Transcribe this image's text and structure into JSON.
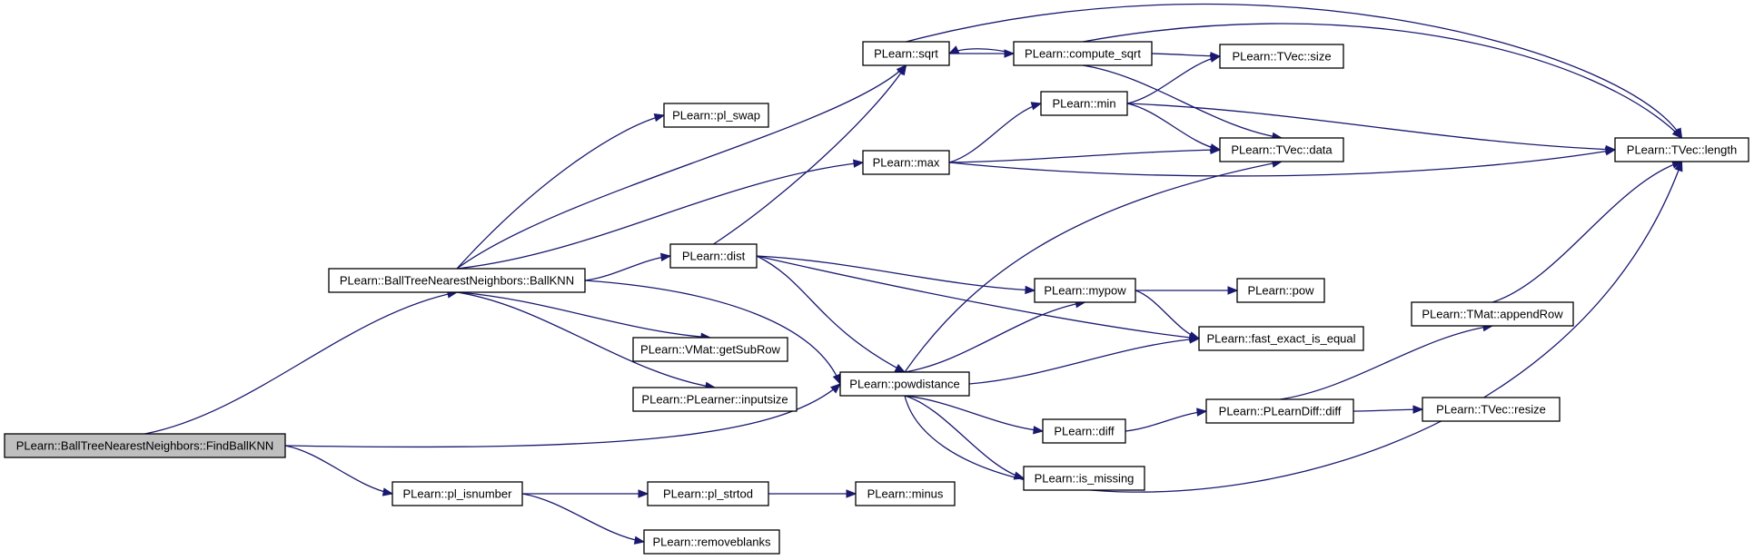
{
  "nodes": [
    {
      "id": "findballknn",
      "label": "PLearn::BallTreeNearestNeighbors::FindBallKNN",
      "root": true
    },
    {
      "id": "ballknn",
      "label": "PLearn::BallTreeNearestNeighbors::BallKNN"
    },
    {
      "id": "pl_isnumber",
      "label": "PLearn::pl_isnumber"
    },
    {
      "id": "pl_swap",
      "label": "PLearn::pl_swap"
    },
    {
      "id": "sqrt",
      "label": "PLearn::sqrt"
    },
    {
      "id": "compute_sqrt",
      "label": "PLearn::compute_sqrt"
    },
    {
      "id": "tvec_size",
      "label": "PLearn::TVec::size"
    },
    {
      "id": "min",
      "label": "PLearn::min"
    },
    {
      "id": "max",
      "label": "PLearn::max"
    },
    {
      "id": "tvec_data",
      "label": "PLearn::TVec::data"
    },
    {
      "id": "tvec_length",
      "label": "PLearn::TVec::length"
    },
    {
      "id": "dist",
      "label": "PLearn::dist"
    },
    {
      "id": "mypow",
      "label": "PLearn::mypow"
    },
    {
      "id": "pow",
      "label": "PLearn::pow"
    },
    {
      "id": "fast_exact_is_equal",
      "label": "PLearn::fast_exact_is_equal"
    },
    {
      "id": "getsubrow",
      "label": "PLearn::VMat::getSubRow"
    },
    {
      "id": "inputsize",
      "label": "PLearn::PLearner::inputsize"
    },
    {
      "id": "powdistance",
      "label": "PLearn::powdistance"
    },
    {
      "id": "appendrow",
      "label": "PLearn::TMat::appendRow"
    },
    {
      "id": "diff",
      "label": "PLearn::diff"
    },
    {
      "id": "plearndiff_diff",
      "label": "PLearn::PLearnDiff::diff"
    },
    {
      "id": "tvec_resize",
      "label": "PLearn::TVec::resize"
    },
    {
      "id": "is_missing",
      "label": "PLearn::is_missing"
    },
    {
      "id": "pl_strtod",
      "label": "PLearn::pl_strtod"
    },
    {
      "id": "minus",
      "label": "PLearn::minus"
    },
    {
      "id": "removeblanks",
      "label": "PLearn::removeblanks"
    }
  ],
  "edges": [
    {
      "from": "findballknn",
      "to": "ballknn"
    },
    {
      "from": "findballknn",
      "to": "powdistance"
    },
    {
      "from": "findballknn",
      "to": "pl_isnumber"
    },
    {
      "from": "ballknn",
      "to": "pl_swap"
    },
    {
      "from": "ballknn",
      "to": "sqrt"
    },
    {
      "from": "ballknn",
      "to": "max"
    },
    {
      "from": "ballknn",
      "to": "dist"
    },
    {
      "from": "ballknn",
      "to": "getsubrow"
    },
    {
      "from": "ballknn",
      "to": "inputsize"
    },
    {
      "from": "ballknn",
      "to": "powdistance"
    },
    {
      "from": "sqrt",
      "to": "compute_sqrt"
    },
    {
      "from": "sqrt",
      "to": "tvec_length"
    },
    {
      "from": "compute_sqrt",
      "to": "sqrt"
    },
    {
      "from": "compute_sqrt",
      "to": "tvec_size"
    },
    {
      "from": "compute_sqrt",
      "to": "tvec_data"
    },
    {
      "from": "compute_sqrt",
      "to": "tvec_length"
    },
    {
      "from": "max",
      "to": "min"
    },
    {
      "from": "max",
      "to": "tvec_data"
    },
    {
      "from": "max",
      "to": "tvec_length"
    },
    {
      "from": "min",
      "to": "tvec_size"
    },
    {
      "from": "min",
      "to": "tvec_data"
    },
    {
      "from": "min",
      "to": "tvec_length"
    },
    {
      "from": "dist",
      "to": "sqrt"
    },
    {
      "from": "dist",
      "to": "mypow"
    },
    {
      "from": "dist",
      "to": "fast_exact_is_equal"
    },
    {
      "from": "dist",
      "to": "powdistance"
    },
    {
      "from": "mypow",
      "to": "pow"
    },
    {
      "from": "mypow",
      "to": "fast_exact_is_equal"
    },
    {
      "from": "powdistance",
      "to": "tvec_data"
    },
    {
      "from": "powdistance",
      "to": "mypow"
    },
    {
      "from": "powdistance",
      "to": "fast_exact_is_equal"
    },
    {
      "from": "powdistance",
      "to": "diff"
    },
    {
      "from": "powdistance",
      "to": "is_missing"
    },
    {
      "from": "powdistance",
      "to": "tvec_length"
    },
    {
      "from": "diff",
      "to": "plearndiff_diff"
    },
    {
      "from": "plearndiff_diff",
      "to": "appendrow"
    },
    {
      "from": "plearndiff_diff",
      "to": "tvec_resize"
    },
    {
      "from": "appendrow",
      "to": "tvec_length"
    },
    {
      "from": "pl_isnumber",
      "to": "pl_strtod"
    },
    {
      "from": "pl_isnumber",
      "to": "removeblanks"
    },
    {
      "from": "pl_strtod",
      "to": "minus"
    }
  ]
}
